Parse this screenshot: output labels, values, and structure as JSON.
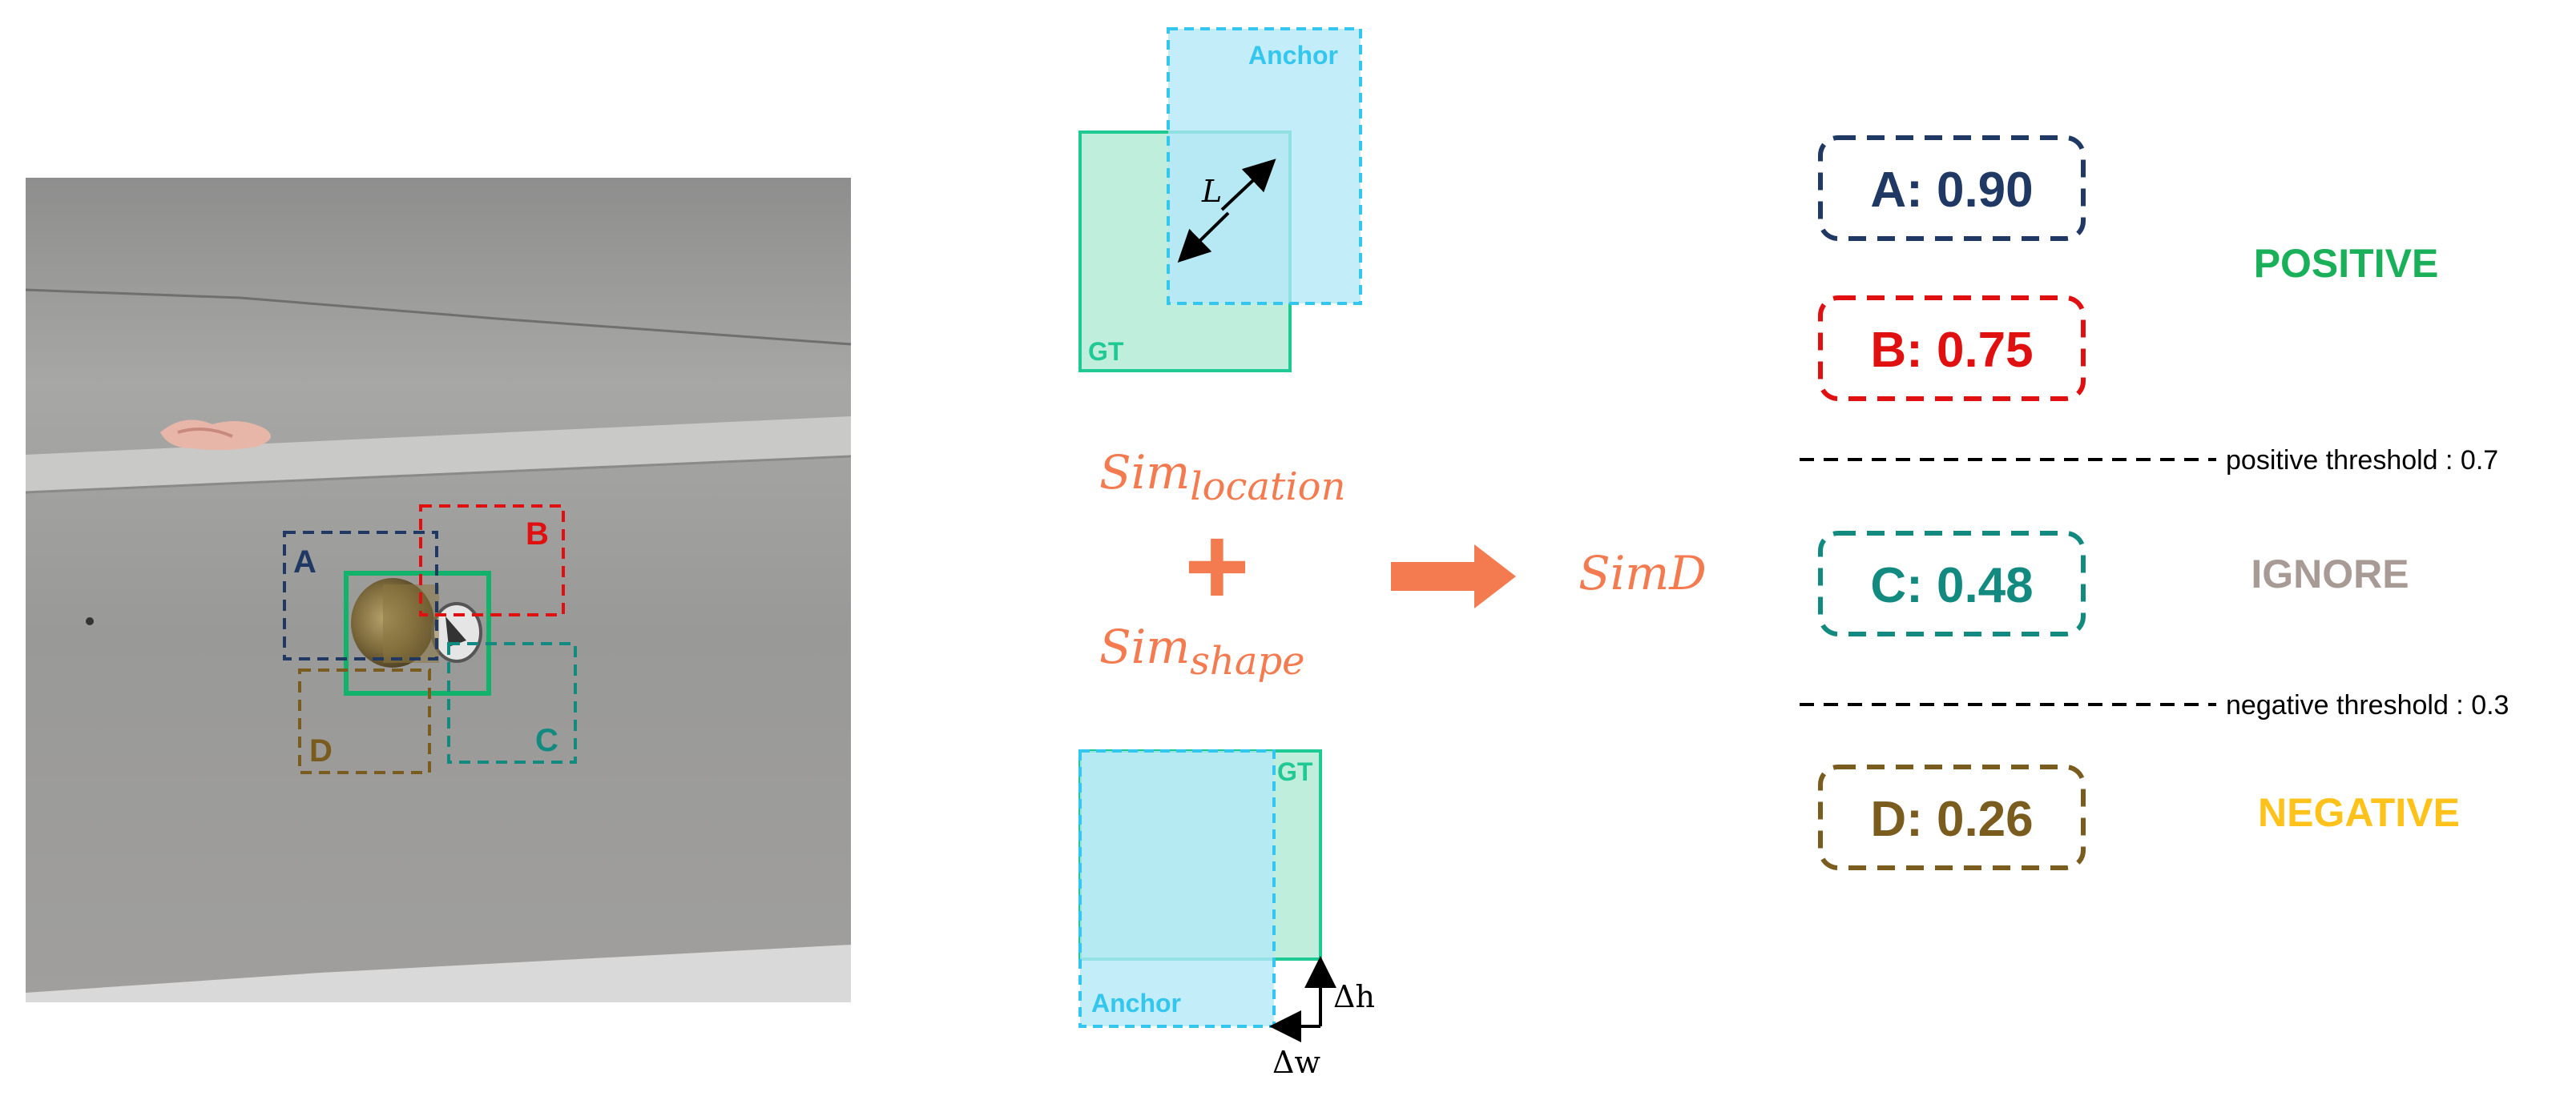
{
  "photo": {
    "box_labels": {
      "a": "A",
      "b": "B",
      "c": "C",
      "d": "D"
    }
  },
  "location_diagram": {
    "anchor_label": "Anchor",
    "gt_label": "GT",
    "distance_label": "L"
  },
  "shape_diagram": {
    "anchor_label": "Anchor",
    "gt_label": "GT",
    "delta_h_label": "Δh",
    "delta_w_label": "Δw"
  },
  "formula": {
    "sim_text": "Sim",
    "location_subscript": "location",
    "shape_subscript": "shape",
    "plus_symbol": "+",
    "result": "SimD"
  },
  "scores": [
    {
      "label": "A: 0.90",
      "color": "#1f3864"
    },
    {
      "label": "B: 0.75",
      "color": "#e01010"
    },
    {
      "label": "C: 0.48",
      "color": "#138a80"
    },
    {
      "label": "D: 0.26",
      "color": "#7a5c1e"
    }
  ],
  "thresholds": {
    "positive": "positive threshold : 0.7",
    "negative": "negative threshold : 0.3"
  },
  "categories": {
    "positive": "POSITIVE",
    "ignore": "IGNORE",
    "negative": "NEGATIVE"
  },
  "colors": {
    "anchor_fill": "#b3e8f8",
    "anchor_stroke": "#33c6ee",
    "gt_fill": "#bfeedd",
    "gt_stroke": "#1ec994",
    "formula": "#f47a4f",
    "positive": "#1ab05a",
    "ignore": "#a89a94",
    "negative": "#ffc21a"
  }
}
